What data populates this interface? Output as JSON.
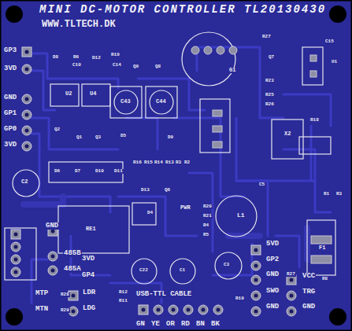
{
  "diagram": {
    "title": "MINI DC-MOTOR CONTROLLER TL20130430",
    "labels": [
      "WWW.TLTECH.DK",
      "GP3",
      "3VD",
      "GND",
      "GP1",
      "GP0",
      "3VD",
      "D8",
      "R6",
      "D12",
      "R10",
      "C10",
      "C14",
      "Q9",
      "Q8",
      "G1",
      "R27",
      "C15",
      "U1",
      "Q7",
      "U2",
      "U4",
      "C43",
      "C44",
      "R23",
      "R25",
      "R26",
      "R18",
      "X2",
      "Q2",
      "Q1",
      "Q3",
      "D5",
      "D9",
      "C2",
      "D6",
      "D7",
      "D10",
      "D11",
      "R16",
      "R15",
      "R14",
      "R13",
      "R3",
      "R2",
      "D13",
      "Q6",
      "R1",
      "R3",
      "C5",
      "RE1",
      "D4",
      "PWR",
      "R20",
      "R21",
      "R4",
      "R5",
      "L1",
      "F1",
      "GND",
      "485B",
      "485A",
      "3VD",
      "GP4",
      "C22",
      "C1",
      "C3",
      "5VD",
      "GP2",
      "GND",
      "SWO",
      "GND",
      "R27",
      "VCC",
      "TRG",
      "GND",
      "R8",
      "MTP",
      "MTN",
      "R28",
      "R29",
      "LDR",
      "LDG",
      "R12",
      "R11",
      "USB-TTL CABLE",
      "R19",
      "GN",
      "YE",
      "OR",
      "RD",
      "BN",
      "BK"
    ]
  }
}
